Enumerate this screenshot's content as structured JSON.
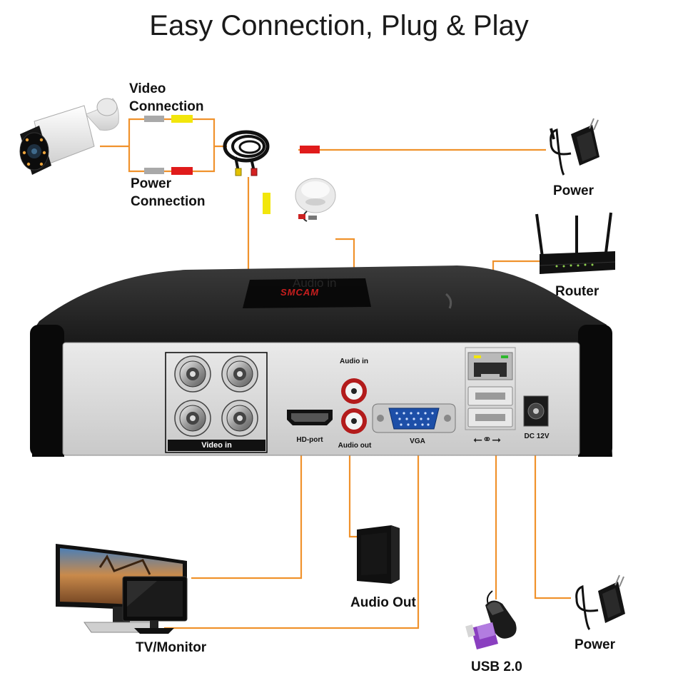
{
  "title": "Easy Connection, Plug & Play",
  "labels": {
    "video_connection": "Video\nConnection",
    "power_connection": "Power\nConnection",
    "power_top": "Power",
    "router": "Router",
    "audio_out_device": "Audio Out",
    "tv_monitor": "TV/Monitor",
    "usb": "USB 2.0",
    "power_bottom": "Power"
  },
  "panel": {
    "audio_in_ghost": "Audio in",
    "brand": "SMCAM",
    "audio_in": "Audio in",
    "video_in": "Video in",
    "hd_port": "HD-port",
    "audio_out": "Audio out",
    "vga": "VGA",
    "dc12v": "DC 12V"
  },
  "colors": {
    "wire": "#f0922c",
    "dvr_body": "#0e0e0e",
    "back_panel": "#d9d9d9",
    "yellow_plug": "#f2e60c",
    "red_plug": "#e01b1b",
    "gray_plug": "#a9a9a9"
  },
  "icons": [
    "camera-icon",
    "cable-coil-icon",
    "microphone-icon",
    "adapter-icon",
    "router-icon",
    "bnc-connector-icon",
    "rca-jack-icon",
    "hdmi-port-icon",
    "vga-port-icon",
    "ethernet-port-icon",
    "usb-port-icon",
    "dc-jack-icon",
    "monitor-icon",
    "speaker-icon",
    "mouse-icon",
    "usb-drive-icon"
  ]
}
